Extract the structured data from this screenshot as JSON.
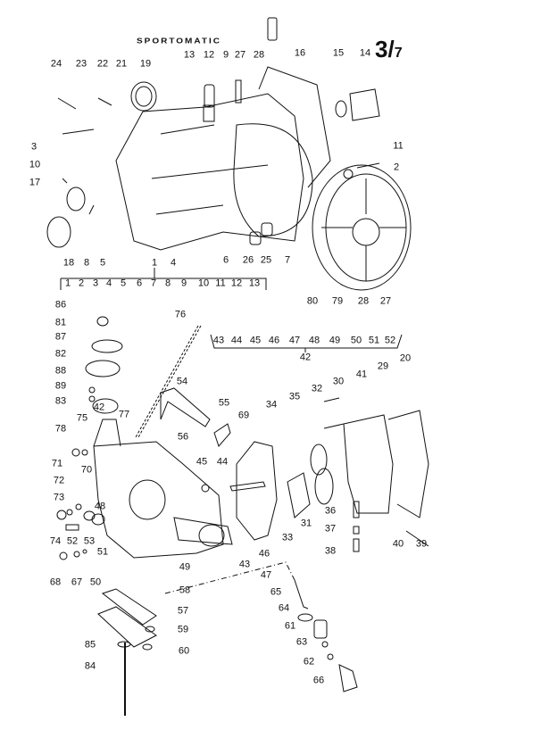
{
  "header": {
    "title": "SPORTOMATIC",
    "sheet_main": "3/",
    "sheet_sub": "7"
  },
  "top_group_bracket": [
    "1",
    "2",
    "3",
    "4",
    "5",
    "6",
    "7",
    "8",
    "9",
    "10",
    "11",
    "12",
    "13"
  ],
  "bottom_group_bracket": [
    "43",
    "44",
    "45",
    "46",
    "47",
    "48",
    "49",
    "50",
    "51",
    "52"
  ],
  "callouts_top": [
    "16",
    "13",
    "12",
    "9",
    "27",
    "28",
    "15",
    "14",
    "24",
    "23",
    "22",
    "21",
    "19",
    "3",
    "11",
    "10",
    "2",
    "17",
    "18",
    "8",
    "5",
    "1",
    "4",
    "6",
    "26",
    "25",
    "7",
    "80",
    "79",
    "28",
    "27"
  ],
  "callouts_bottom": [
    "86",
    "81",
    "87",
    "82",
    "88",
    "89",
    "83",
    "76",
    "42",
    "20",
    "29",
    "41",
    "30",
    "32",
    "35",
    "34",
    "54",
    "55",
    "69",
    "42",
    "75",
    "77",
    "78",
    "56",
    "45",
    "44",
    "71",
    "70",
    "72",
    "73",
    "48",
    "36",
    "37",
    "33",
    "31",
    "74",
    "52",
    "53",
    "51",
    "40",
    "39",
    "38",
    "46",
    "43",
    "49",
    "68",
    "67",
    "50",
    "47",
    "58",
    "65",
    "64",
    "57",
    "61",
    "59",
    "63",
    "60",
    "85",
    "62",
    "84",
    "66"
  ]
}
